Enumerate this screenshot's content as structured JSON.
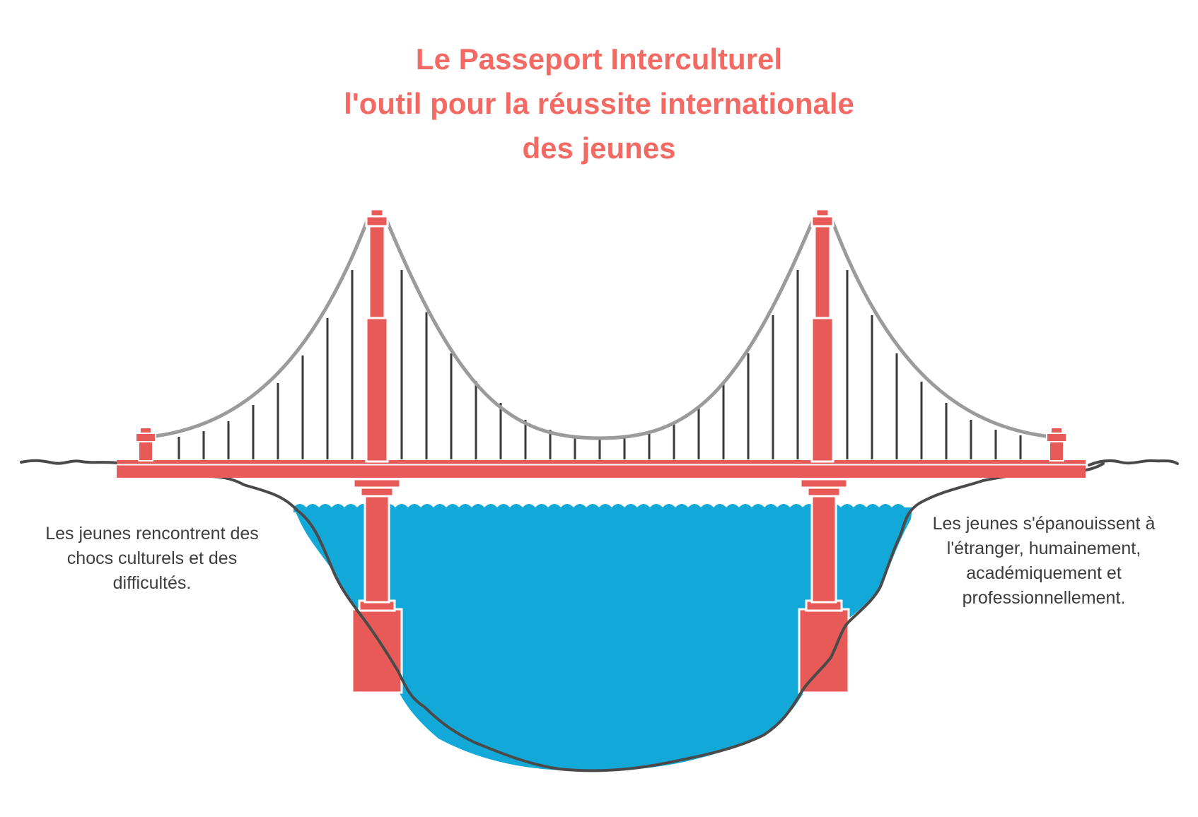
{
  "title": {
    "line1": "Le Passeport Interculturel",
    "line2": "l'outil pour la réussite internationale",
    "line3": "des jeunes"
  },
  "left_caption": {
    "line1": "Les jeunes rencontrent des",
    "line2": "chocs culturels et des",
    "line3": "difficultés."
  },
  "right_caption": {
    "line1": "Les jeunes s'épanouissent à",
    "line2": "l'étranger, humainement,",
    "line3": "académiquement et",
    "line4": "professionnellement."
  },
  "colors": {
    "title": "#f26a63",
    "bridge_red": "#e85a57",
    "water": "#12a9d8",
    "cable": "#9b9b9b",
    "ground_outline": "#4a4a4a",
    "text": "#3d3d3d"
  }
}
